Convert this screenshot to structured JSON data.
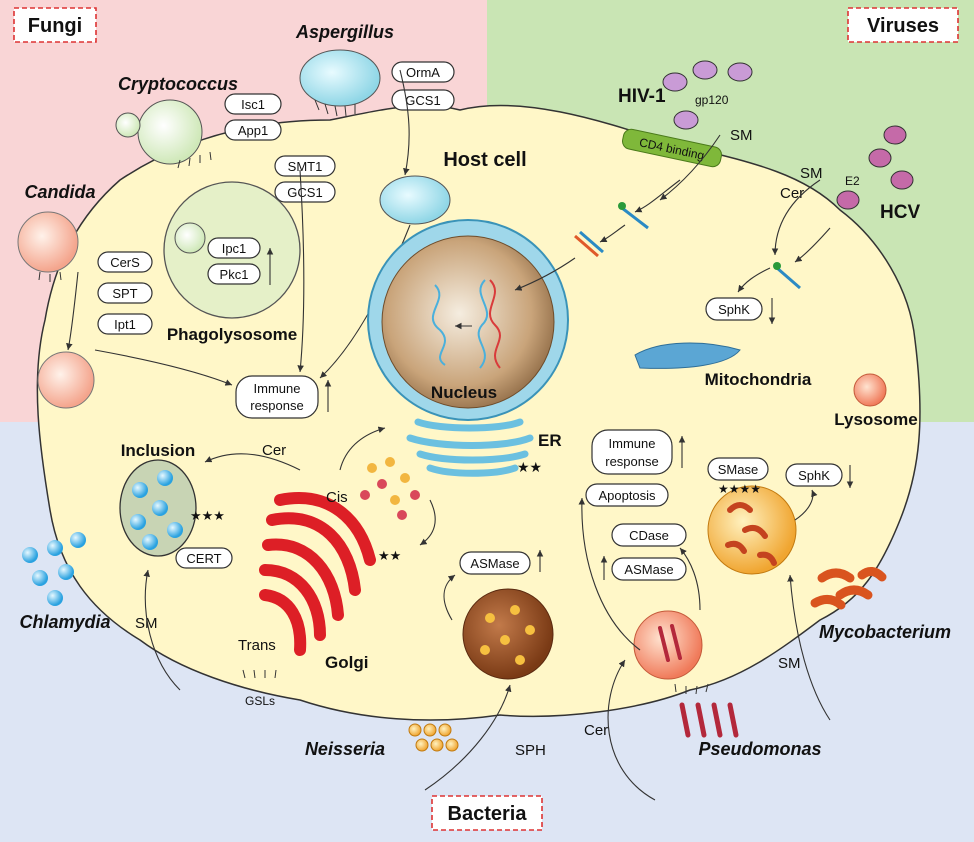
{
  "corners": {
    "fungi": "Fungi",
    "viruses": "Viruses",
    "bacteria": "Bacteria"
  },
  "organisms": {
    "aspergillus": "Aspergillus",
    "cryptococcus": "Cryptococcus",
    "candida": "Candida",
    "hiv": "HIV-1",
    "hcv": "HCV",
    "chlamydia": "Chlamydia",
    "mycobacterium": "Mycobacterium",
    "neisseria": "Neisseria",
    "pseudomonas": "Pseudomonas"
  },
  "structures": {
    "host_cell": "Host cell",
    "phagolysosome": "Phagolysosome",
    "nucleus": "Nucleus",
    "er": "ER",
    "mitochondria": "Mitochondria",
    "lysosome": "Lysosome",
    "inclusion": "Inclusion",
    "golgi": "Golgi",
    "cis": "Cis",
    "trans": "Trans"
  },
  "pills": {
    "orma": "OrmA",
    "gcs1_a": "GCS1",
    "isc1": "Isc1",
    "app1": "App1",
    "smt1": "SMT1",
    "gcs1_b": "GCS1",
    "ipc1": "Ipc1",
    "pkc1": "Pkc1",
    "cers": "CerS",
    "spt": "SPT",
    "ipt1": "Ipt1",
    "immune1_l1": "Immune",
    "immune1_l2": "response",
    "sphk1": "SphK",
    "immune2_l1": "Immune",
    "immune2_l2": "response",
    "apoptosis": "Apoptosis",
    "cdase": "CDase",
    "asmase1": "ASMase",
    "asmase2": "ASMase",
    "smase": "SMase",
    "sphk2": "SphK",
    "cert": "CERT"
  },
  "labels": {
    "gp120": "gp120",
    "cd4": "CD4 binding",
    "sm_hiv": "SM",
    "sm_hcv": "SM",
    "cer_hcv": "Cer",
    "e2": "E2",
    "cer_golgi": "Cer",
    "sm_chlamydia": "SM",
    "gsls": "GSLs",
    "sph": "SPH",
    "cer_pseudo": "Cer",
    "sm_myco": "SM"
  }
}
